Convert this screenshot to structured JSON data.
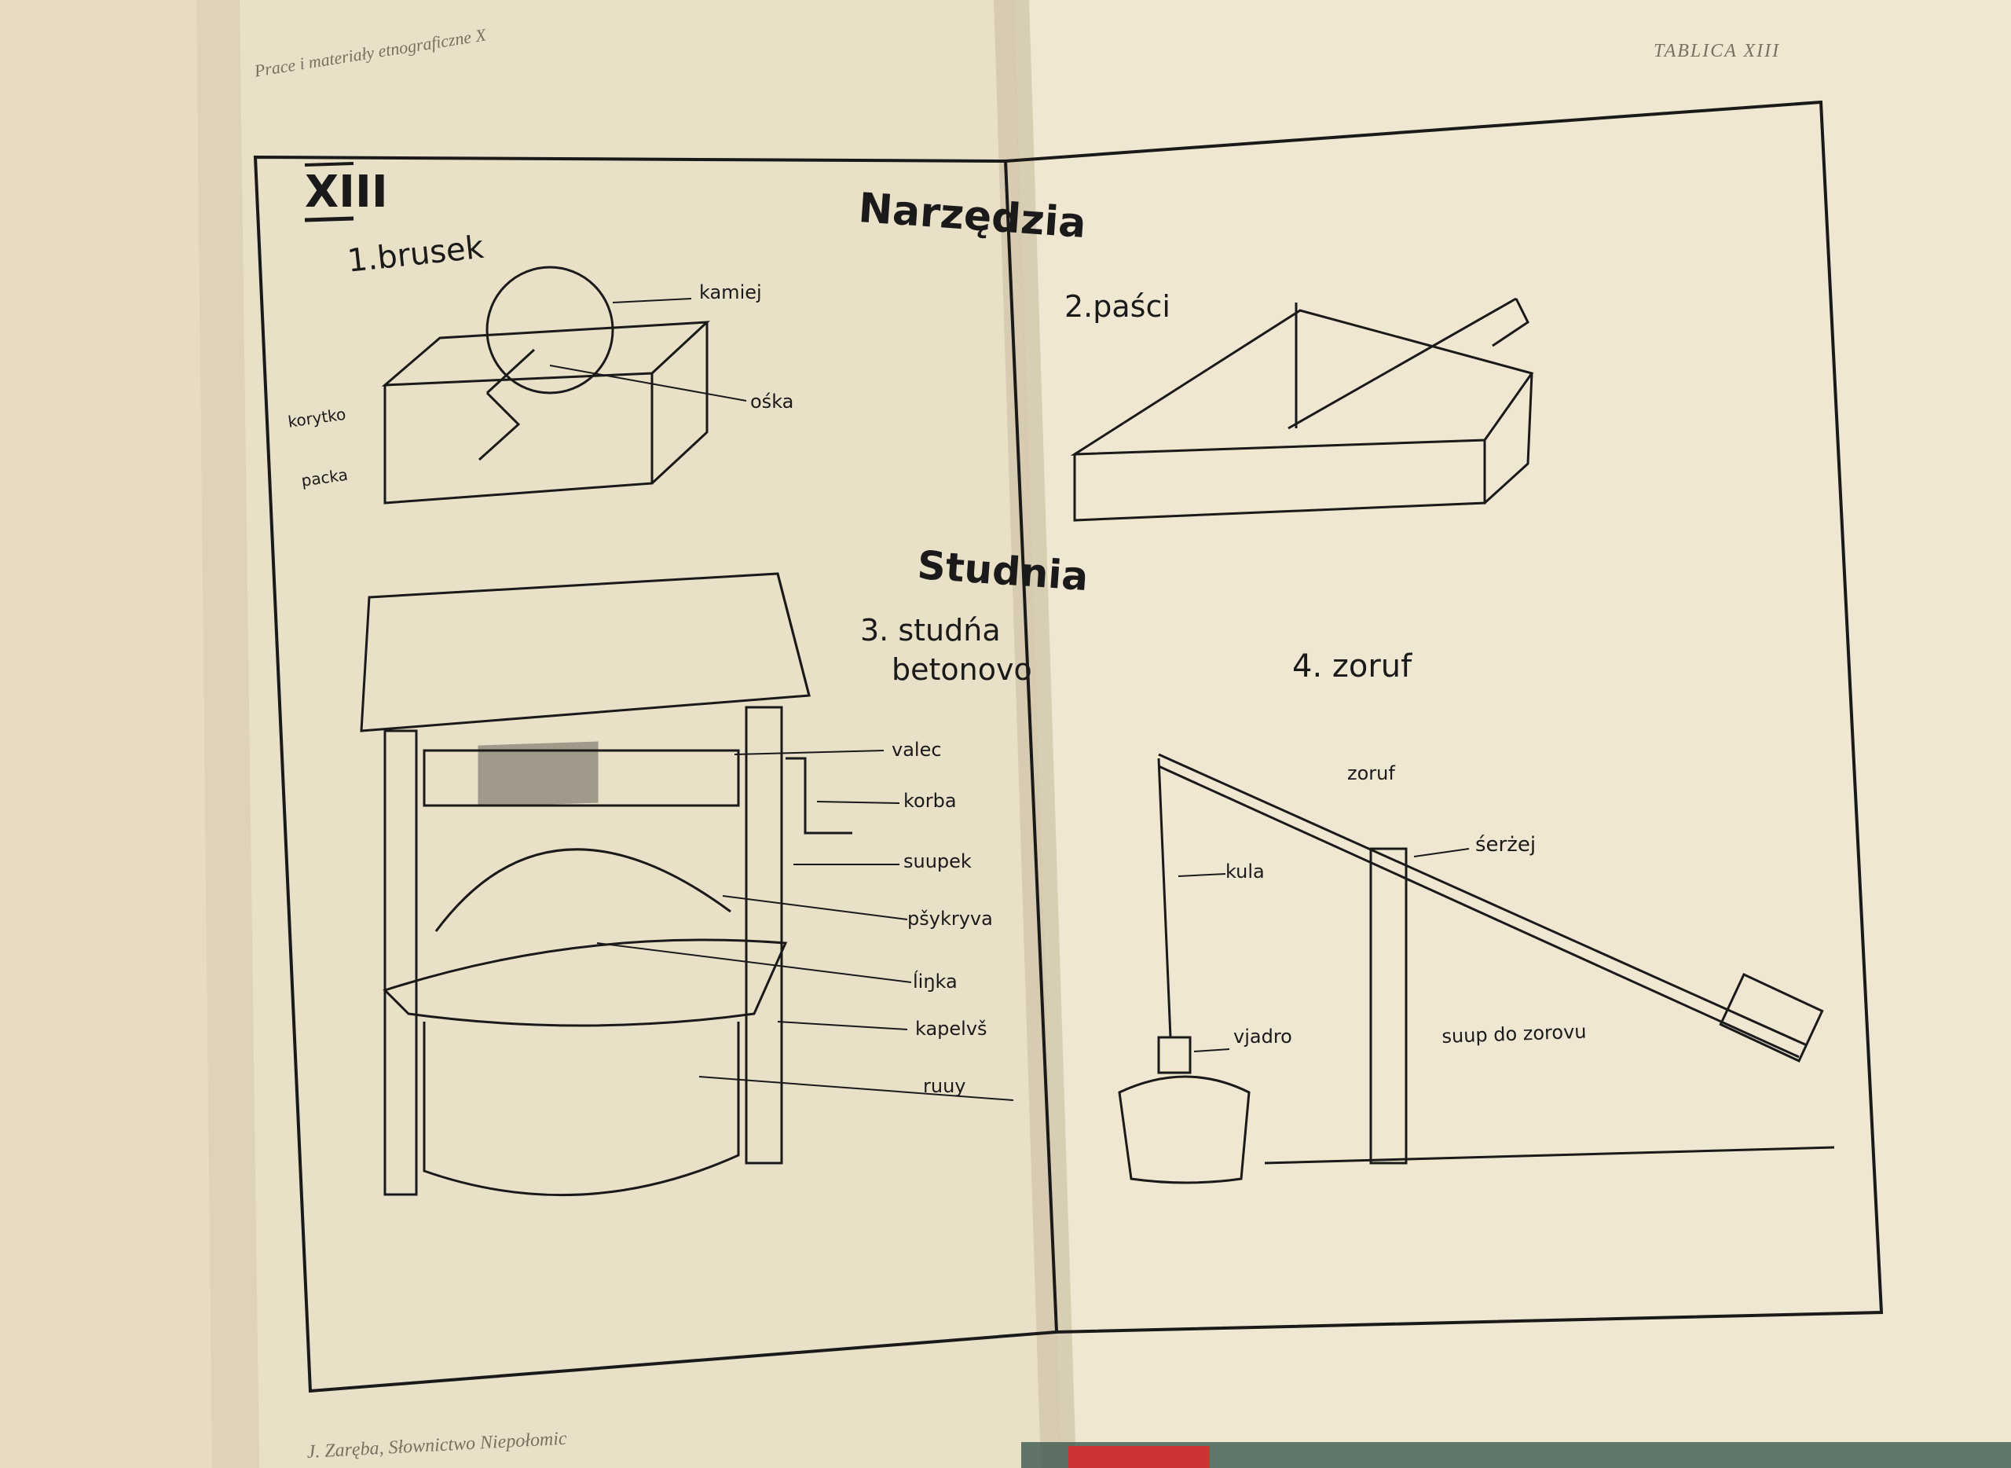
{
  "header": {
    "left_running_title": "Prace i materiały etnograficzne X",
    "right_running_title": "TABLICA XIII",
    "footer": "J. Zaręba, Słownictwo Niepołomic"
  },
  "plate": {
    "numeral": "XIII",
    "heading_tools": "Narzędzia",
    "heading_well": "Studnia"
  },
  "figures": {
    "brusek": {
      "title": "1.brusek",
      "labels": [
        "kamiej",
        "ośka",
        "korytko",
        "packa"
      ]
    },
    "pasci": {
      "title": "2.paści"
    },
    "studna": {
      "title_line1": "3. studńa",
      "title_line2": "betonovo",
      "labels": [
        "valec",
        "korba",
        "suupek",
        "pšykryva",
        "ĺiŋka",
        "kapelvš",
        "ruuy"
      ]
    },
    "zoruf": {
      "title": "4. zoruf",
      "labels": [
        "zoruf",
        "śerżej",
        "kula",
        "vjadro",
        "suup do zorovu"
      ]
    }
  },
  "colors": {
    "paper_left": "#e9e0c8",
    "paper_right": "#efe7d1",
    "ink": "#1a1a1a",
    "background": "#6b5a4a"
  }
}
